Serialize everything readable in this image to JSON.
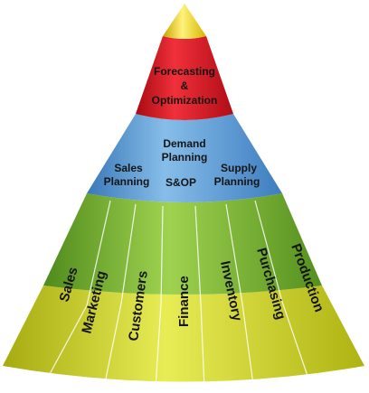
{
  "tiers": {
    "top": {
      "line1": "Forecasting",
      "line2": "&",
      "line3": "Optimization",
      "color": "#d81420"
    },
    "middle": {
      "demand": {
        "line1": "Demand",
        "line2": "Planning"
      },
      "sop": "S&OP",
      "sales": {
        "line1": "Sales",
        "line2": "Planning"
      },
      "supply": {
        "line1": "Supply",
        "line2": "Planning"
      },
      "color": "#4f93d0"
    },
    "bottom": {
      "functions": [
        "Sales",
        "Marketing",
        "Customers",
        "Finance",
        "Inventory",
        "Purchasing",
        "Production"
      ],
      "upper_color": "#6faa2c",
      "lower_color": "#c9cf22"
    },
    "tip_color": "#f2d81a"
  }
}
